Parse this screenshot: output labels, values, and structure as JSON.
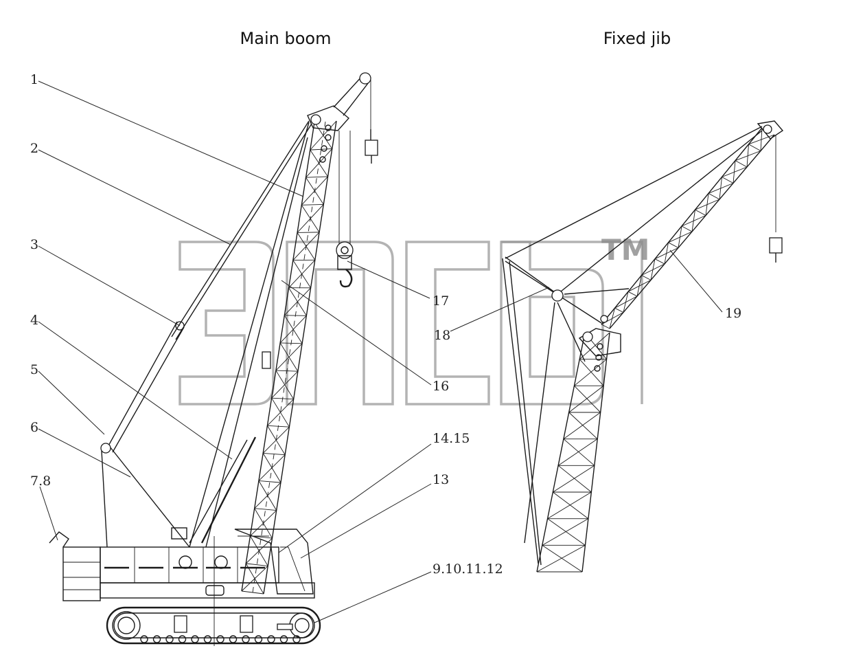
{
  "titles": {
    "main_boom": "Main boom",
    "fixed_jib": "Fixed jib"
  },
  "callouts": [
    {
      "id": "c1",
      "label": "1"
    },
    {
      "id": "c2",
      "label": "2"
    },
    {
      "id": "c3",
      "label": "3"
    },
    {
      "id": "c4",
      "label": "4"
    },
    {
      "id": "c5",
      "label": "5"
    },
    {
      "id": "c6",
      "label": "6"
    },
    {
      "id": "c7",
      "label": "7.8"
    },
    {
      "id": "c9",
      "label": "9.10.11.12"
    },
    {
      "id": "c13",
      "label": "13"
    },
    {
      "id": "c14",
      "label": "14.15"
    },
    {
      "id": "c16",
      "label": "16"
    },
    {
      "id": "c17",
      "label": "17"
    },
    {
      "id": "c18",
      "label": "18"
    },
    {
      "id": "c19",
      "label": "19"
    }
  ],
  "watermark": {
    "trademark": "TM"
  }
}
